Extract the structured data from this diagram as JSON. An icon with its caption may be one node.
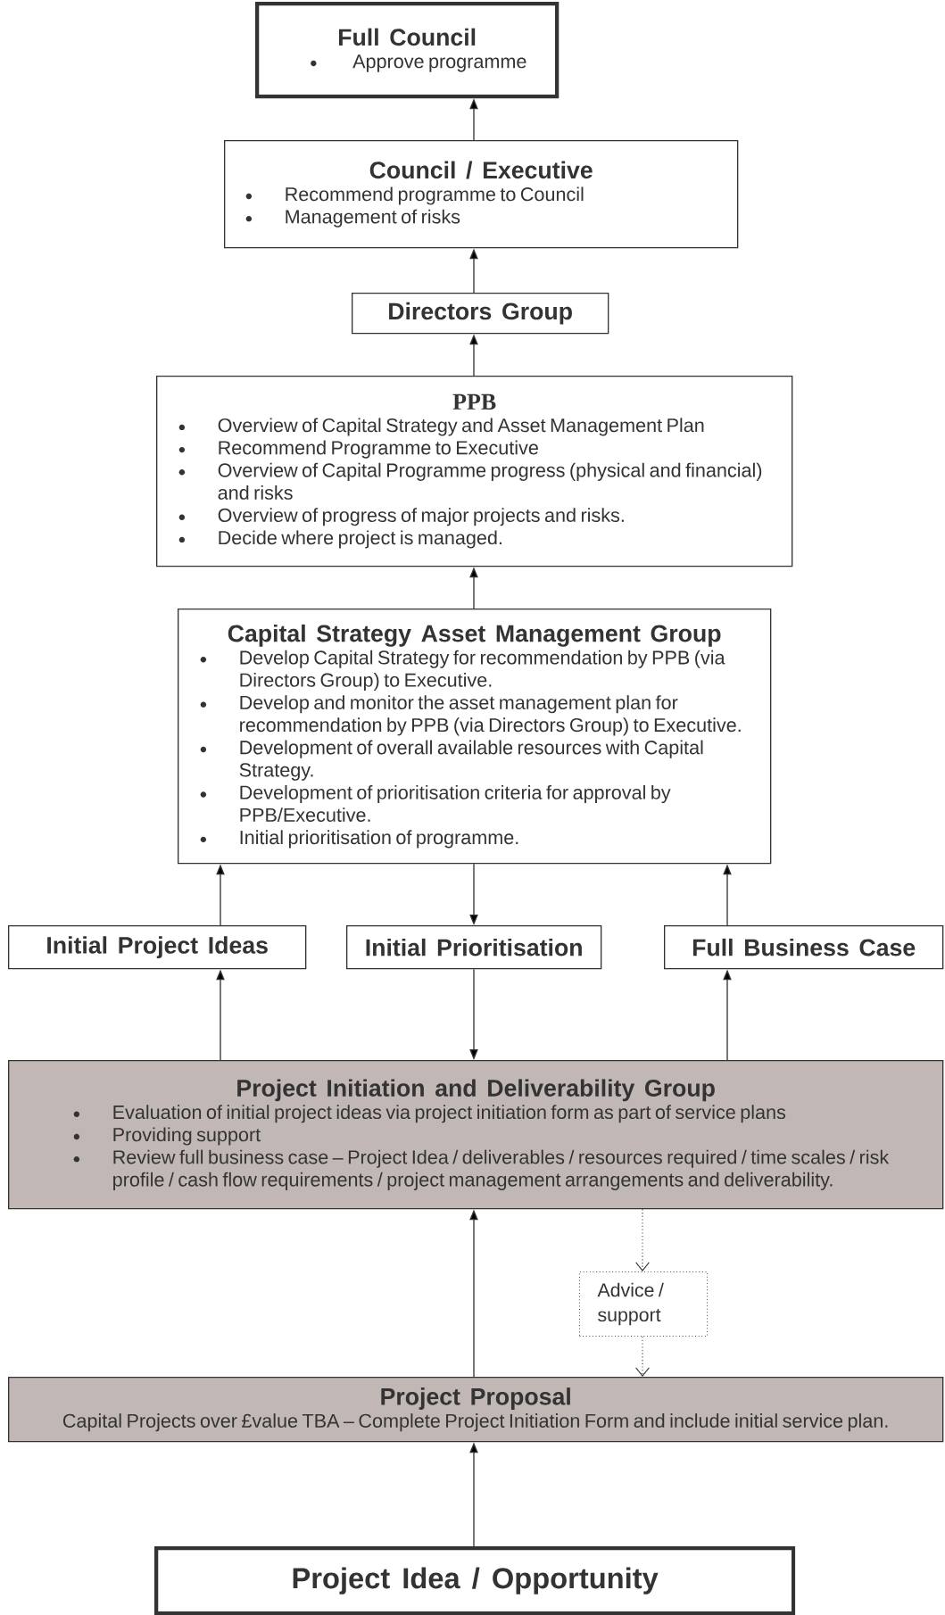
{
  "diagram": {
    "nodes": [
      {
        "text": [
          "Full Council",
          "Approve programme"
        ]
      },
      {
        "text": [
          "Council / Executive",
          "Recommend programme to Council",
          "Management of risks"
        ]
      },
      {
        "text": [
          "Directors Group"
        ]
      },
      {
        "text": [
          "PPB",
          "Overview  of Capital Strategy and Asset Management Plan",
          "Recommend Programme to Executive",
          "Overview of Capital Programme progress (physical and financial) and risks",
          "Overview of progress of major projects and risks.",
          "Decide where project is managed."
        ]
      },
      {
        "text": [
          "Capital Strategy Asset Management Group",
          "Develop Capital Strategy for recommendation by PPB (via Directors Group) to Executive.",
          "Develop and monitor the asset management plan for recommendation by PPB (via Directors Group) to Executive.",
          "Development of overall available resources with Capital Strategy.",
          "Development of prioritisation criteria for approval by PPB/Executive.",
          "Initial prioritisation of programme."
        ]
      },
      {
        "text": [
          "Initial Project Ideas"
        ]
      },
      {
        "text": [
          "Initial Prioritisation"
        ]
      },
      {
        "text": [
          "Full Business Case"
        ]
      },
      {
        "text": [
          "Project Initiation and Deliverability Group",
          "Evaluation of initial project ideas via project initiation form as part of service plans",
          "Providing support",
          "Review full business case – Project Idea / deliverables / resources required / time scales / risk profile / cash flow requirements / project management arrangements and deliverability."
        ]
      },
      {
        "text": [
          "Advice / support"
        ]
      },
      {
        "text": [
          "Project Proposal",
          "Capital Projects over £value TBA – Complete Project Initiation Form and include initial service plan."
        ]
      },
      {
        "text": [
          "Project Idea / Opportunity"
        ]
      }
    ],
    "edges": [
      {
        "from": 1,
        "to": 0,
        "arrow": "to"
      },
      {
        "from": 2,
        "to": 1,
        "arrow": "to"
      },
      {
        "from": 3,
        "to": 2,
        "arrow": "to"
      },
      {
        "from": 4,
        "to": 3,
        "arrow": "to"
      },
      {
        "from": 5,
        "to": 4,
        "arrow": "to"
      },
      {
        "from": 4,
        "to": 6,
        "arrow": "to"
      },
      {
        "from": 7,
        "to": 4,
        "arrow": "to"
      },
      {
        "from": 8,
        "to": 5,
        "arrow": "to"
      },
      {
        "from": 6,
        "to": 8,
        "arrow": "to"
      },
      {
        "from": 8,
        "to": 7,
        "arrow": "to"
      },
      {
        "from": 10,
        "to": 8,
        "arrow": "to"
      },
      {
        "from": 8,
        "to": 9,
        "arrow": "to",
        "style": "dashed"
      },
      {
        "from": 9,
        "to": 10,
        "arrow": "to",
        "style": "dashed"
      },
      {
        "from": 11,
        "to": 10,
        "arrow": "to"
      }
    ]
  }
}
